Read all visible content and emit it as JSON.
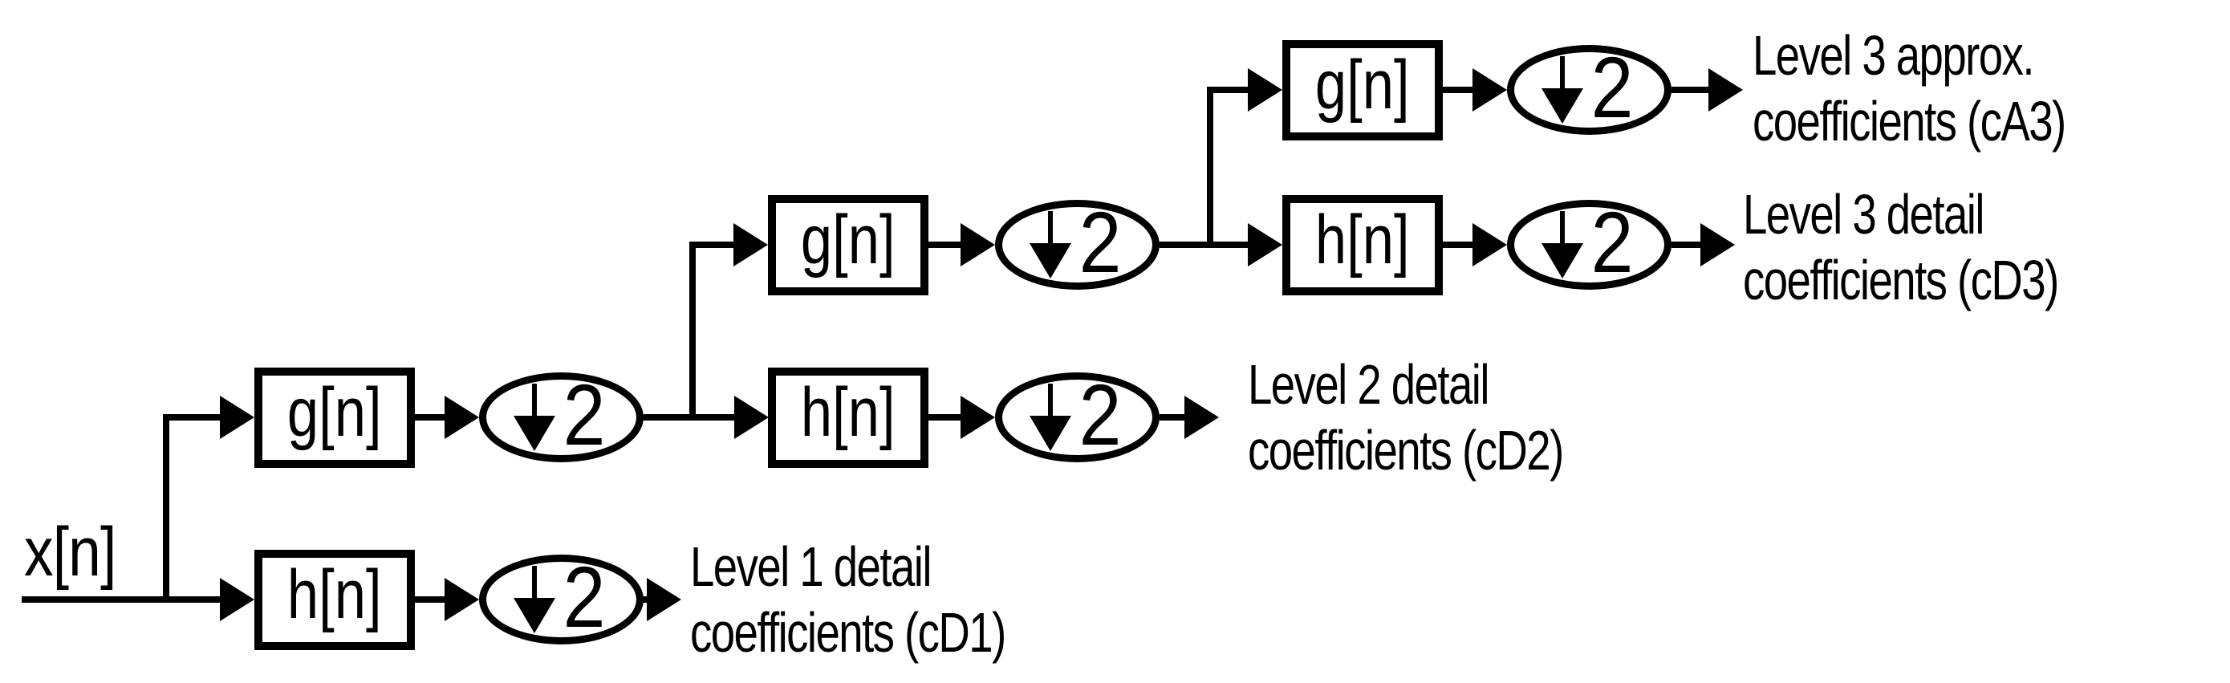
{
  "input": {
    "label": "x[n]"
  },
  "downsample": {
    "symbol": "2",
    "icon": "down-arrow"
  },
  "filters": {
    "level1_g": "g[n]",
    "level1_h": "h[n]",
    "level2_g": "g[n]",
    "level2_h": "h[n]",
    "level3_g": "g[n]",
    "level3_h": "h[n]"
  },
  "outputs": {
    "cD1": {
      "line1": "Level 1 detail",
      "line2": "coefficients (cD1)"
    },
    "cD2": {
      "line1": "Level 2 detail",
      "line2": "coefficients (cD2)"
    },
    "cD3": {
      "line1": "Level 3 detail",
      "line2": "coefficients (cD3)"
    },
    "cA3": {
      "line1": "Level 3 approx.",
      "line2": "coefficients (cA3)"
    }
  },
  "colors": {
    "ink": "#000000",
    "background": "#ffffff"
  }
}
